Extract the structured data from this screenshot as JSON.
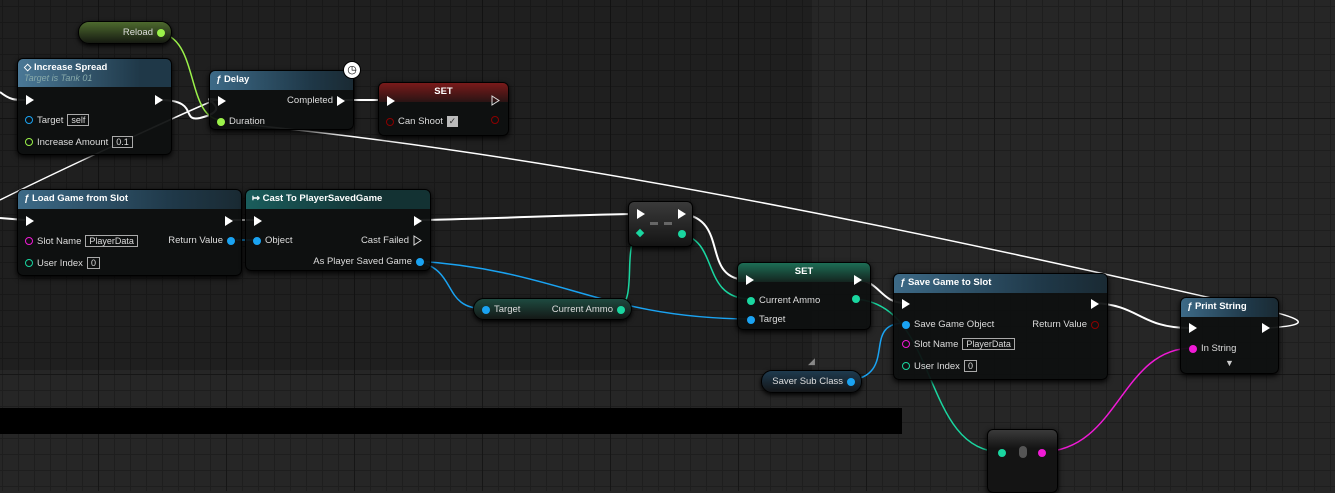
{
  "colors": {
    "exec": "#ffffff",
    "float": "#9bf24a",
    "object": "#1aa3f2",
    "string": "#f01ad6",
    "int": "#1ad6a0",
    "bool": "#8c0000"
  },
  "nodes": {
    "reload": {
      "label": "Reload"
    },
    "increase_spread": {
      "title": "Increase Spread",
      "subtitle": "Target is Tank 01",
      "target_label": "Target",
      "target_value": "self",
      "amount_label": "Increase Amount",
      "amount_value": "0.1"
    },
    "delay": {
      "title": "Delay",
      "completed": "Completed",
      "duration": "Duration"
    },
    "set_can_shoot": {
      "title": "SET",
      "var": "Can Shoot"
    },
    "load_game": {
      "title": "Load Game from Slot",
      "slot_label": "Slot Name",
      "slot_value": "PlayerData",
      "index_label": "User Index",
      "index_value": "0",
      "return": "Return Value"
    },
    "cast": {
      "title": "Cast To PlayerSavedGame",
      "object": "Object",
      "failed": "Cast Failed",
      "as": "As Player Saved Game"
    },
    "ammo_getter": {
      "target": "Target",
      "value": "Current Ammo"
    },
    "set_ammo": {
      "title": "SET",
      "var": "Current Ammo",
      "target": "Target"
    },
    "save_game": {
      "title": "Save Game to Slot",
      "object": "Save Game Object",
      "slot_label": "Slot Name",
      "slot_value": "PlayerData",
      "index_label": "User Index",
      "index_value": "0",
      "return": "Return Value"
    },
    "saver": {
      "label": "Saver Sub Class"
    },
    "print": {
      "title": "Print String",
      "in": "In String"
    }
  }
}
